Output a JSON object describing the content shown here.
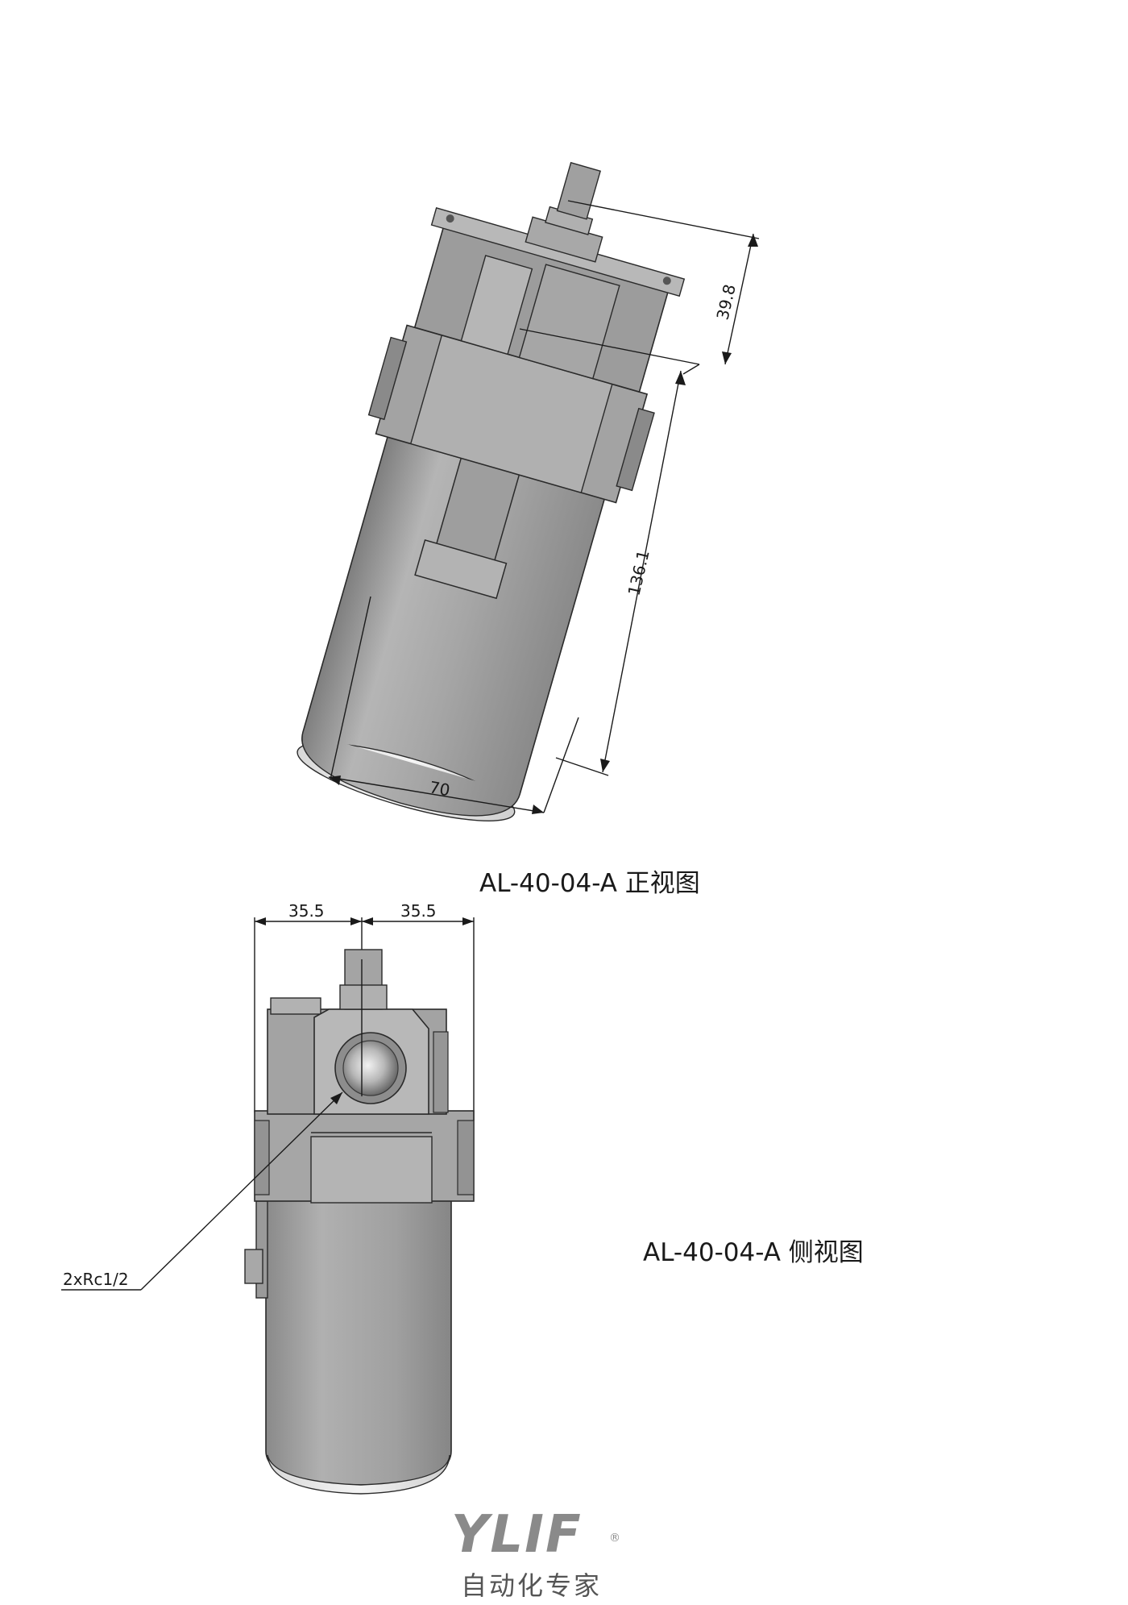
{
  "front_view": {
    "caption": "AL-40-04-A 正视图",
    "dimensions": {
      "width": "70",
      "height": "136.1",
      "top_offset": "39.8"
    }
  },
  "side_view": {
    "caption": "AL-40-04-A 侧视图",
    "dimensions": {
      "left_half": "35.5",
      "right_half": "35.5"
    },
    "port_callout": "2xRc1/2"
  },
  "logo": {
    "brand": "YLIF",
    "registered": "®",
    "tagline": "自动化专家"
  },
  "colors": {
    "body": "#a9a9a9",
    "body_dark": "#8f8f8f",
    "body_light": "#c4c4c4",
    "line": "#1a1a1a",
    "logo": "#8a8a8a"
  }
}
